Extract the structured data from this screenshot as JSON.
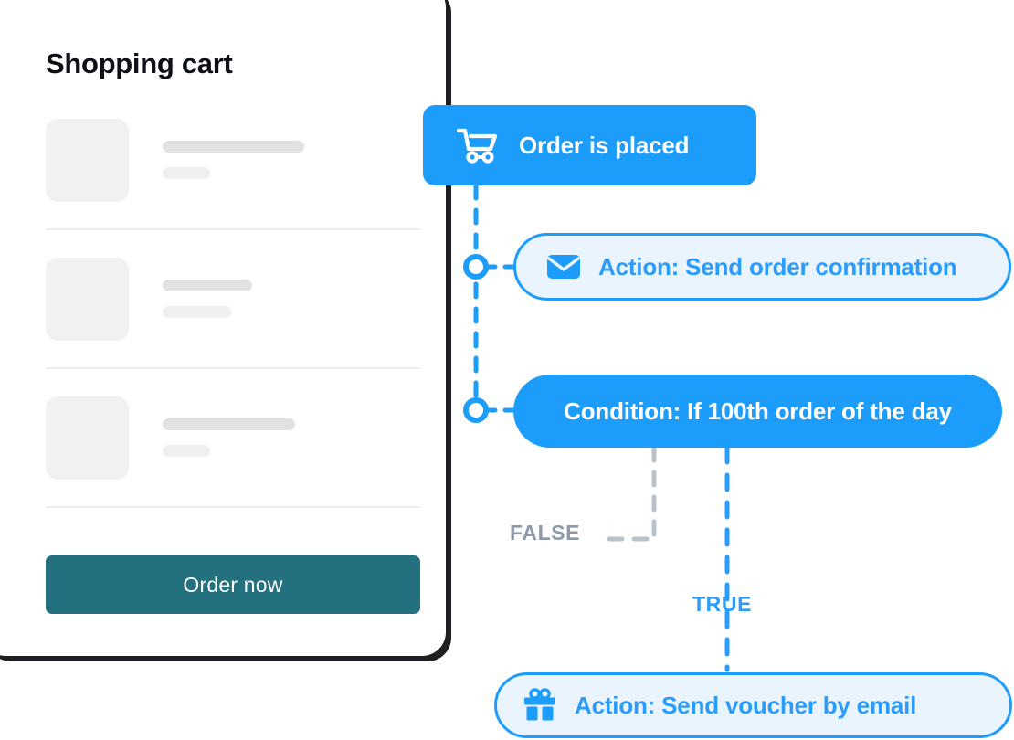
{
  "card": {
    "title": "Shopping cart",
    "items": [
      {
        "name": "placeholder-item-1",
        "line_primary_width": 155,
        "line_secondary_width": 52
      },
      {
        "name": "placeholder-item-2",
        "line_primary_width": 98,
        "line_secondary_width": 75
      },
      {
        "name": "placeholder-item-3",
        "line_primary_width": 145,
        "line_secondary_width": 52
      }
    ],
    "order_button_label": "Order now"
  },
  "flow": {
    "nodes": [
      {
        "id": "trigger",
        "label": "Order is placed",
        "icon": "shopping-cart-icon",
        "style": "solid-blue-rect"
      },
      {
        "id": "action-confirmation",
        "label": "Action: Send order confirmation",
        "icon": "envelope-icon",
        "style": "light-blue-pill"
      },
      {
        "id": "condition",
        "label": "Condition: If 100th order of the day",
        "icon": "none",
        "style": "solid-blue-pill"
      },
      {
        "id": "action-voucher",
        "label": "Action: Send voucher by email",
        "icon": "gift-icon",
        "style": "light-blue-pill"
      }
    ],
    "branches": [
      {
        "id": "branch-false",
        "label": "FALSE",
        "color": "#8d99a8"
      },
      {
        "id": "branch-true",
        "label": "TRUE",
        "color": "#2b9cfb"
      }
    ]
  },
  "colors": {
    "accent_blue": "#1d9dfb",
    "accent_blue_text": "#2b9cfb",
    "pill_fill": "#e9f4fe",
    "teal_button": "#23707e",
    "false_gray": "#8d99a8",
    "placeholder_gray": "#e0e1e3",
    "thumb_gray": "#f0f1f2",
    "title_black": "#0d1117"
  }
}
